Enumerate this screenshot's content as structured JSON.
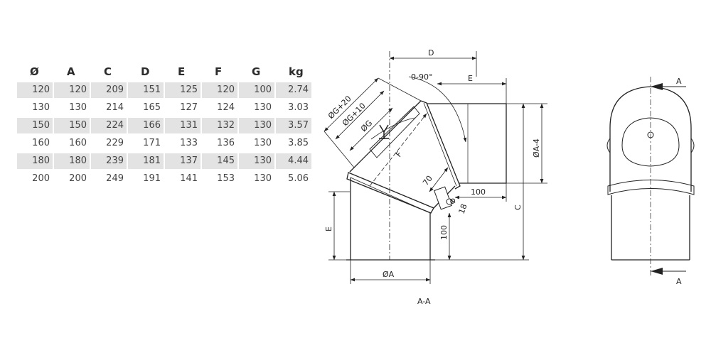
{
  "table": {
    "headers": [
      "Ø",
      "A",
      "C",
      "D",
      "E",
      "F",
      "G",
      "kg"
    ],
    "rows": [
      [
        "120",
        "120",
        "209",
        "151",
        "125",
        "120",
        "100",
        "2.74"
      ],
      [
        "130",
        "130",
        "214",
        "165",
        "127",
        "124",
        "130",
        "3.03"
      ],
      [
        "150",
        "150",
        "224",
        "166",
        "131",
        "132",
        "130",
        "3.57"
      ],
      [
        "160",
        "160",
        "229",
        "171",
        "133",
        "136",
        "130",
        "3.85"
      ],
      [
        "180",
        "180",
        "239",
        "181",
        "137",
        "145",
        "130",
        "4.44"
      ],
      [
        "200",
        "200",
        "249",
        "191",
        "141",
        "153",
        "130",
        "5.06"
      ]
    ]
  },
  "drawing": {
    "label_D": "D",
    "label_angle": "0-90°",
    "label_E_top": "E",
    "label_G20": "ØG+20",
    "label_G10": "ØG+10",
    "label_G": "ØG",
    "label_F": "F",
    "label_70": "70",
    "label_100_h": "100",
    "label_phi": "Φ",
    "label_18": "18",
    "label_A4": "ØA-4",
    "label_C": "C",
    "label_E_left": "E",
    "label_100_v": "100",
    "label_A": "ØA",
    "label_section": "A-A",
    "label_sec_top": "A",
    "label_sec_bottom": "A"
  }
}
